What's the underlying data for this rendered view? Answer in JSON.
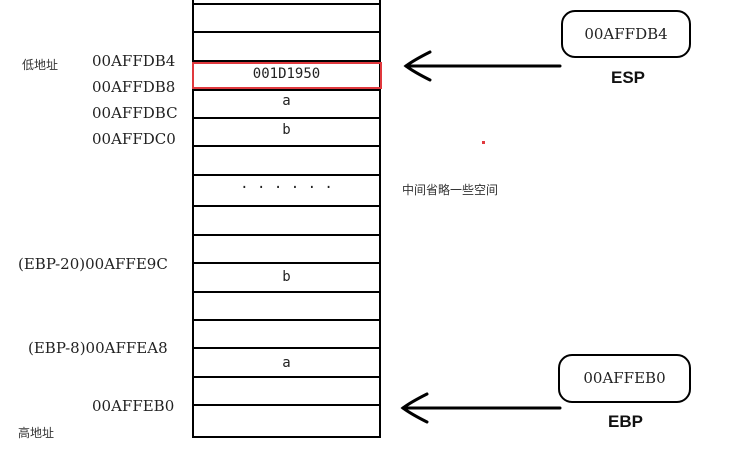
{
  "labels": {
    "low": "低地址",
    "high": "高地址",
    "omitted": "中间省略一些空间"
  },
  "addresses": {
    "a1": "00AFFDB4",
    "a2": "00AFFDB8",
    "a3": "00AFFDBC",
    "a4": "00AFFDC0",
    "a5": "(EBP-20)00AFFE9C",
    "a6": "(EBP-8)00AFFEA8",
    "a7": "00AFFEB0"
  },
  "cells": {
    "c1": "001D1950",
    "c2": "a",
    "c3": "b",
    "dots": "· · · · · ·",
    "c5": "b",
    "c6": "a"
  },
  "registers": {
    "esp_value": "00AFFDB4",
    "esp_name": "ESP",
    "ebp_value": "00AFFEB0",
    "ebp_name": "EBP"
  },
  "colors": {
    "highlight": "#e0393e",
    "marker_dot": "#e0393e"
  }
}
